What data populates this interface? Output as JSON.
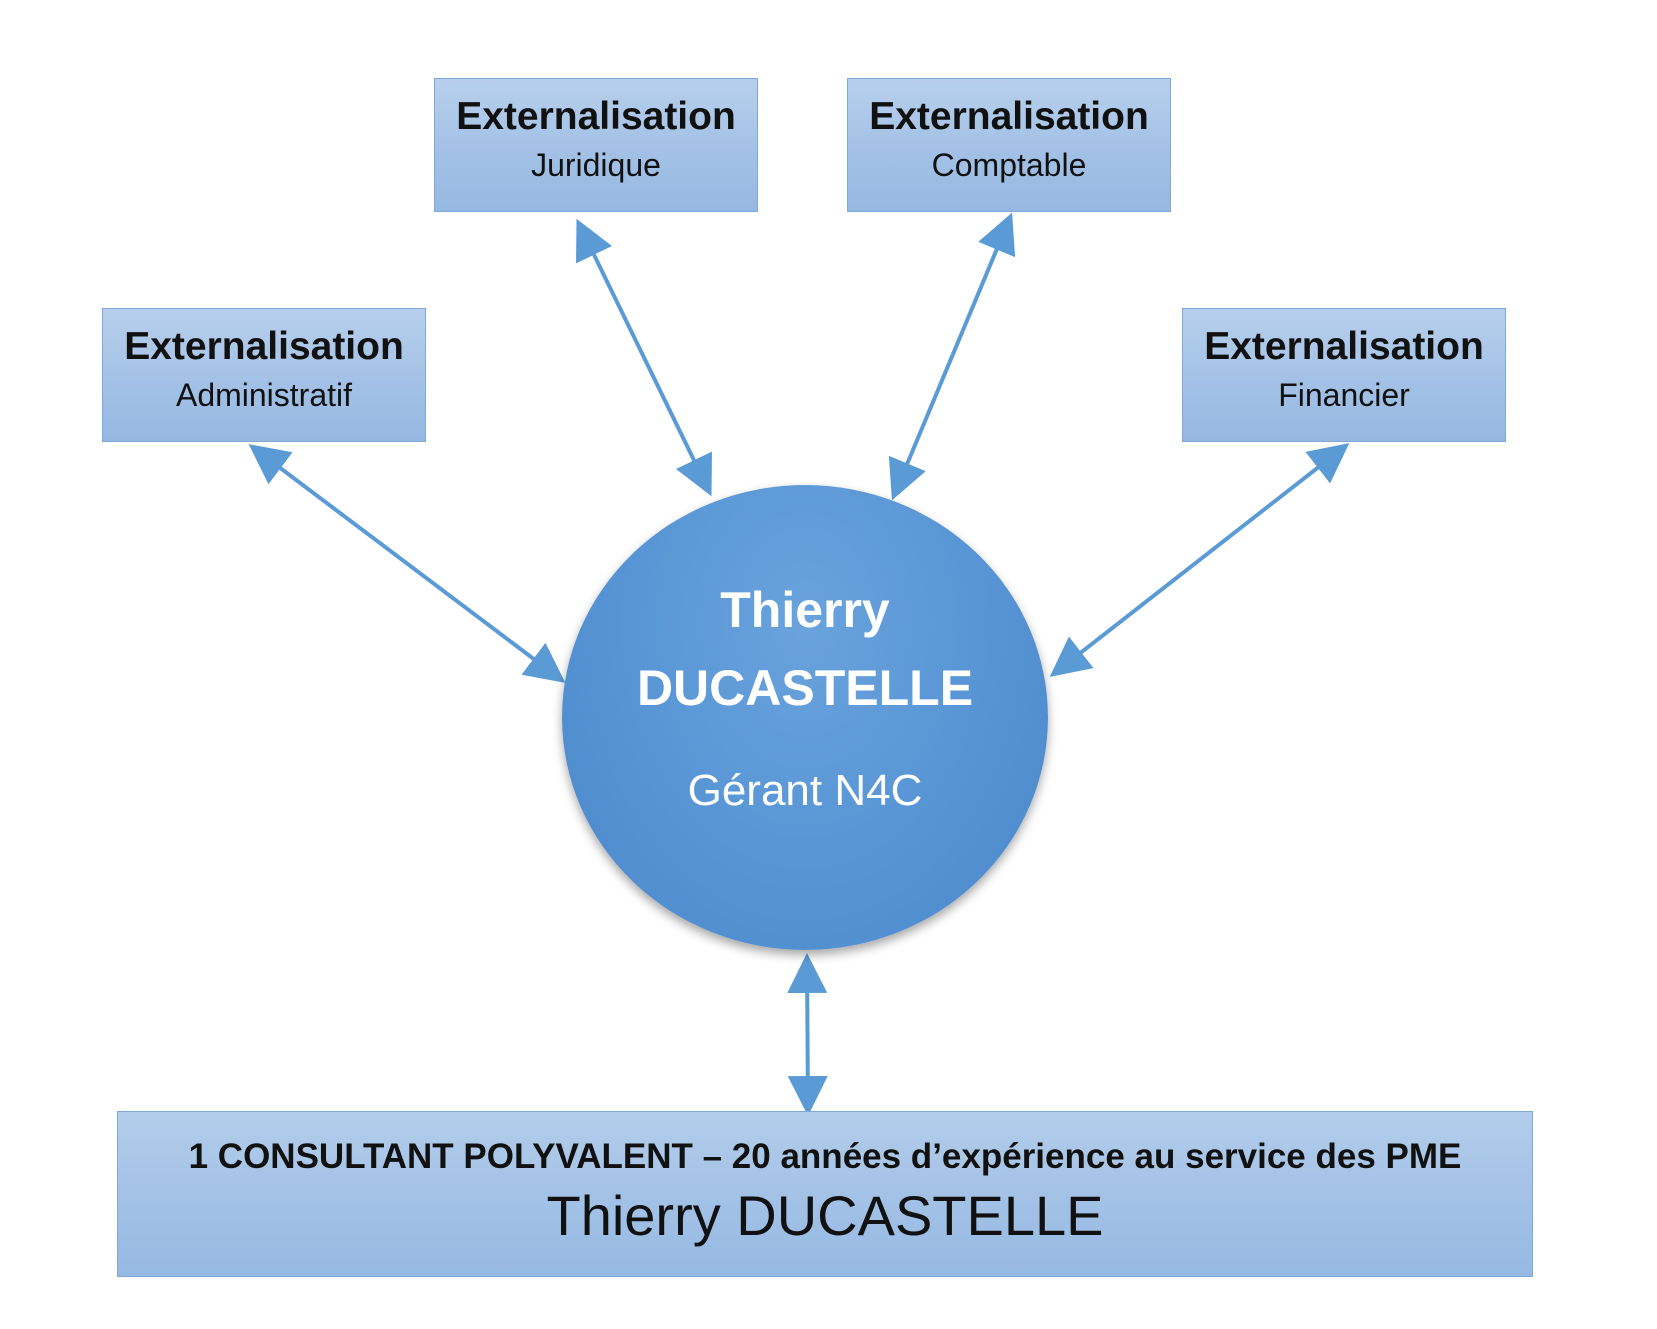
{
  "diagram": {
    "outer_nodes": [
      {
        "id": "juridique",
        "title": "Externalisation",
        "subtitle": "Juridique"
      },
      {
        "id": "comptable",
        "title": "Externalisation",
        "subtitle": "Comptable"
      },
      {
        "id": "administratif",
        "title": "Externalisation",
        "subtitle": "Administratif"
      },
      {
        "id": "financier",
        "title": "Externalisation",
        "subtitle": "Financier"
      }
    ],
    "center_node": {
      "first_name": "Thierry",
      "last_name": "DUCASTELLE",
      "role": "Gérant N4C"
    },
    "bottom_node": {
      "title": "1 CONSULTANT POLYVALENT – 20 années d’expérience au service des PME",
      "name": "Thierry DUCASTELLE"
    },
    "colors": {
      "box_fill": "#a3c1e6",
      "box_border": "#7fa9d8",
      "circle_fill": "#5a97d6",
      "arrow": "#5b9bd5",
      "circle_text": "#ffffff",
      "box_text": "#111111"
    }
  }
}
